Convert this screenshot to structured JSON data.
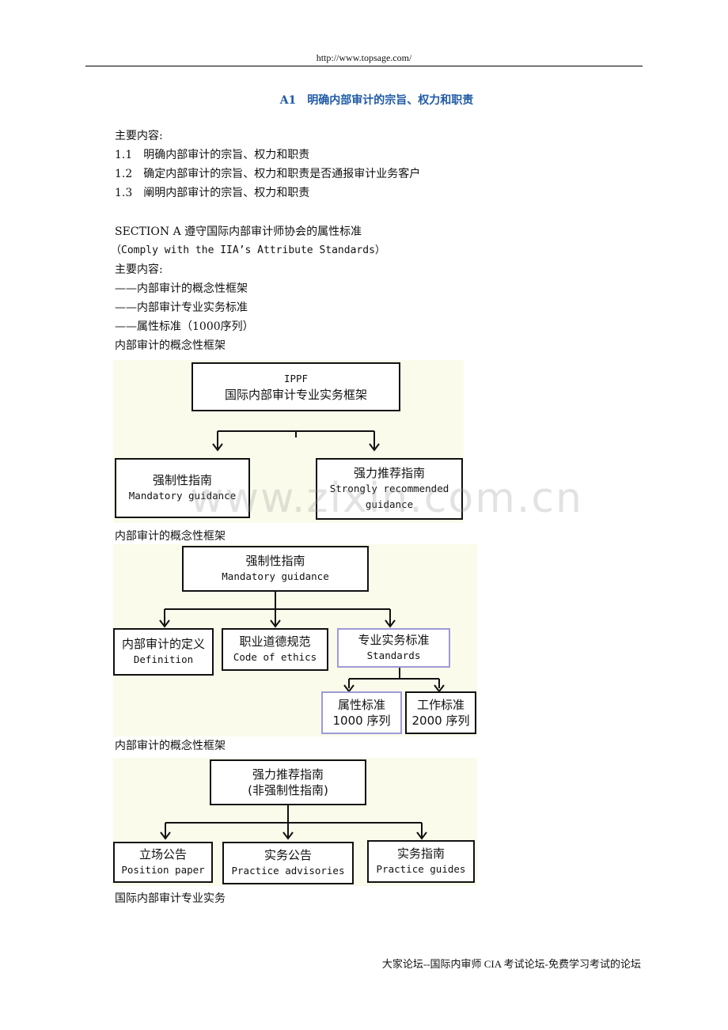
{
  "header": {
    "url": "http://www.topsage.com/"
  },
  "title": "A1　明确内部审计的宗旨、权力和职责",
  "intro": {
    "heading": "主要内容:",
    "items": [
      "1.1　明确内部审计的宗旨、权力和职责",
      "1.2　确定内部审计的宗旨、权力和职责是否通报审计业务客户",
      "1.3　阐明内部审计的宗旨、权力和职责"
    ]
  },
  "section": {
    "title": "SECTION A 遵守国际内部审计师协会的属性标准",
    "subtitle": "（Comply with the IIA’s Attribute Standards）",
    "heading": "主要内容:",
    "items": [
      "——内部审计的概念性框架",
      "——内部审计专业实务标准",
      "——属性标准（1000序列）"
    ]
  },
  "captions": {
    "c1": "内部审计的概念性框架",
    "c2": "内部审计的概念性框架",
    "c3": "内部审计的概念性框架",
    "c4": "国际内部审计专业实务"
  },
  "diagram1": {
    "top": {
      "line1": "IPPF",
      "line2": "国际内部审计专业实务框架"
    },
    "left": {
      "zh": "强制性指南",
      "en": "Mandatory guidance"
    },
    "right": {
      "zh": "强力推荐指南",
      "en1": "Strongly recommended",
      "en2": "guidance"
    }
  },
  "diagram2": {
    "top": {
      "zh": "强制性指南",
      "en": "Mandatory guidance"
    },
    "definition": {
      "zh": "内部审计的定义",
      "en": "Definition"
    },
    "ethics": {
      "zh": "职业道德规范",
      "en": "Code of ethics"
    },
    "standards": {
      "zh": "专业实务标准",
      "en": "Standards"
    },
    "attribute": {
      "zh": "属性标准",
      "en": "1000 序列"
    },
    "performance": {
      "zh": "工作标准",
      "en": "2000 序列"
    }
  },
  "diagram3": {
    "top": {
      "line1": "强力推荐指南",
      "line2": "(非强制性指南)"
    },
    "position": {
      "zh": "立场公告",
      "en": "Position paper"
    },
    "advisories": {
      "zh": "实务公告",
      "en": "Practice advisories"
    },
    "guides": {
      "zh": "实务指南",
      "en": "Practice guides"
    }
  },
  "watermark": "www.zixin.com.cn",
  "footer": "大家论坛--国际内审师 CIA 考试论坛-免费学习考试的论坛",
  "colors": {
    "title": "#1f5aa6",
    "diagram_bg": "#fbfbeb",
    "highlight_border": "#9d9ad8"
  }
}
